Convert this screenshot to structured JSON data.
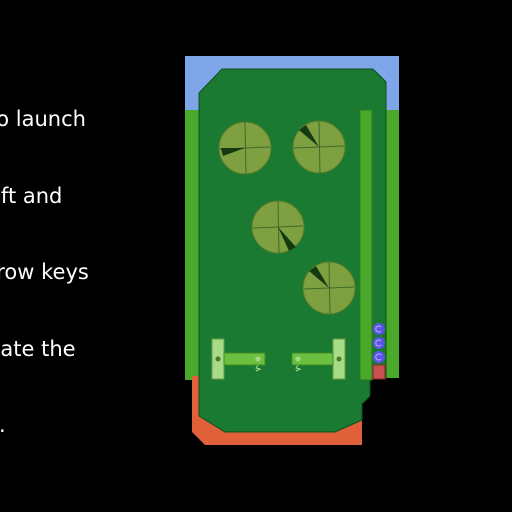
{
  "instructions": {
    "lines": [
      "to launch",
      "eft and",
      "rrow keys",
      "vate the",
      "s."
    ]
  },
  "colors": {
    "background": "#000000",
    "playfield": "#1a7a32",
    "wall_green": "#4aa82a",
    "top_zone": "#7fa6e8",
    "drain_zone": "#e0603a",
    "bumper": "#7fa040",
    "flipper": "#6cc040",
    "flipper_post": "#a6dc86",
    "ball": "#5c54e6",
    "plunger": "#c85050"
  },
  "bumpers": [
    {
      "id": "top-left"
    },
    {
      "id": "top-right"
    },
    {
      "id": "middle"
    },
    {
      "id": "lower-right"
    }
  ],
  "balls_remaining": 3,
  "flippers": [
    "left",
    "right"
  ]
}
